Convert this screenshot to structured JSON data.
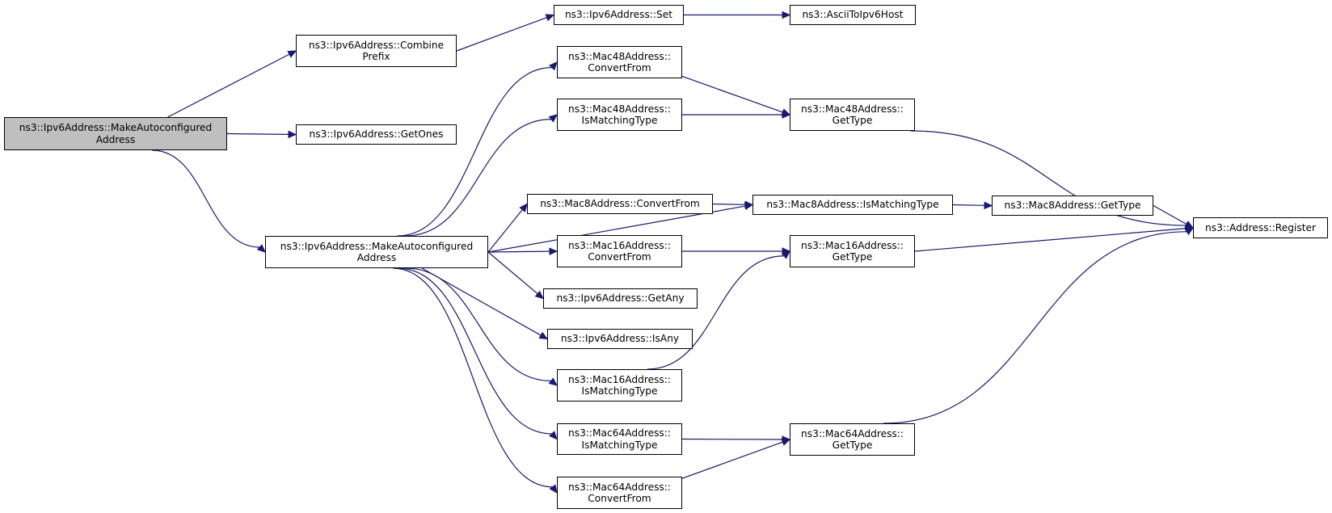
{
  "graph": {
    "edge_color": "#191970",
    "root_fill": "#bfbfbf",
    "node_fill": "#ffffff",
    "nodes": {
      "root": [
        "ns3::Ipv6Address::MakeAutoconfigured",
        "Address"
      ],
      "combine_prefix": [
        "ns3::Ipv6Address::Combine",
        "Prefix"
      ],
      "get_ones": [
        "ns3::Ipv6Address::GetOnes"
      ],
      "make_auto2": [
        "ns3::Ipv6Address::MakeAutoconfigured",
        "Address"
      ],
      "ipv6_set": [
        "ns3::Ipv6Address::Set"
      ],
      "ascii_to_ipv6": [
        "ns3::AsciiToIpv6Host"
      ],
      "mac48_convertfrom": [
        "ns3::Mac48Address::",
        "ConvertFrom"
      ],
      "mac48_ismatching": [
        "ns3::Mac48Address::",
        "IsMatchingType"
      ],
      "mac48_gettype": [
        "ns3::Mac48Address::",
        "GetType"
      ],
      "mac8_convertfrom": [
        "ns3::Mac8Address::ConvertFrom"
      ],
      "mac8_ismatching": [
        "ns3::Mac8Address::IsMatchingType"
      ],
      "mac8_gettype": [
        "ns3::Mac8Address::GetType"
      ],
      "address_register": [
        "ns3::Address::Register"
      ],
      "mac16_convertfrom": [
        "ns3::Mac16Address::",
        "ConvertFrom"
      ],
      "mac16_gettype": [
        "ns3::Mac16Address::",
        "GetType"
      ],
      "ipv6_getany": [
        "ns3::Ipv6Address::GetAny"
      ],
      "ipv6_isany": [
        "ns3::Ipv6Address::IsAny"
      ],
      "mac16_ismatching": [
        "ns3::Mac16Address::",
        "IsMatchingType"
      ],
      "mac64_ismatching": [
        "ns3::Mac64Address::",
        "IsMatchingType"
      ],
      "mac64_gettype": [
        "ns3::Mac64Address::",
        "GetType"
      ],
      "mac64_convertfrom": [
        "ns3::Mac64Address::",
        "ConvertFrom"
      ]
    },
    "edges": [
      [
        "root",
        "combine_prefix"
      ],
      [
        "root",
        "get_ones"
      ],
      [
        "root",
        "make_auto2"
      ],
      [
        "combine_prefix",
        "ipv6_set"
      ],
      [
        "ipv6_set",
        "ascii_to_ipv6"
      ],
      [
        "make_auto2",
        "mac48_convertfrom"
      ],
      [
        "make_auto2",
        "mac48_ismatching"
      ],
      [
        "make_auto2",
        "mac8_ismatching"
      ],
      [
        "make_auto2",
        "mac8_convertfrom"
      ],
      [
        "make_auto2",
        "mac16_convertfrom"
      ],
      [
        "make_auto2",
        "ipv6_getany"
      ],
      [
        "make_auto2",
        "ipv6_isany"
      ],
      [
        "make_auto2",
        "mac16_ismatching"
      ],
      [
        "make_auto2",
        "mac64_ismatching"
      ],
      [
        "make_auto2",
        "mac64_convertfrom"
      ],
      [
        "mac48_convertfrom",
        "mac48_gettype"
      ],
      [
        "mac48_ismatching",
        "mac48_gettype"
      ],
      [
        "mac48_gettype",
        "address_register"
      ],
      [
        "mac8_convertfrom",
        "mac8_ismatching"
      ],
      [
        "mac8_ismatching",
        "mac8_gettype"
      ],
      [
        "mac8_gettype",
        "address_register"
      ],
      [
        "mac16_convertfrom",
        "mac16_gettype"
      ],
      [
        "mac16_gettype",
        "address_register"
      ],
      [
        "mac16_ismatching",
        "mac16_gettype"
      ],
      [
        "mac64_ismatching",
        "mac64_gettype"
      ],
      [
        "mac64_gettype",
        "address_register"
      ],
      [
        "mac64_convertfrom",
        "mac64_gettype"
      ]
    ]
  }
}
